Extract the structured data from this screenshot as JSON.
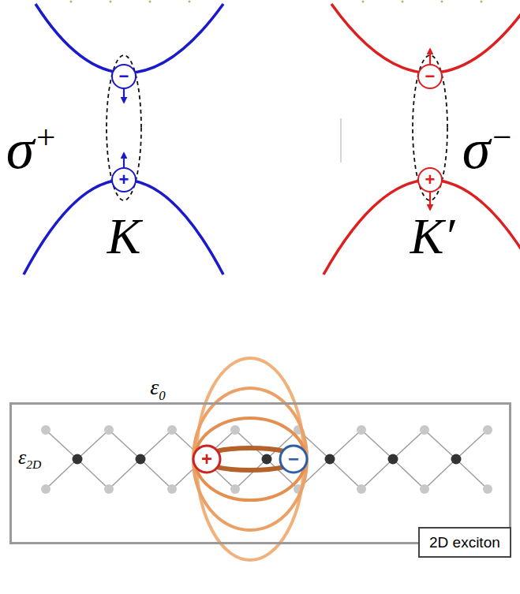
{
  "diagram": {
    "nodes": [
      {
        "text": [
          "ε2D"
        ]
      },
      {
        "text": [
          "2D exciton"
        ]
      }
    ],
    "labels": [
      "σ+",
      "K",
      "−",
      "+",
      "σ−",
      "K′",
      "−",
      "+",
      "ε0",
      "+",
      "−"
    ]
  }
}
